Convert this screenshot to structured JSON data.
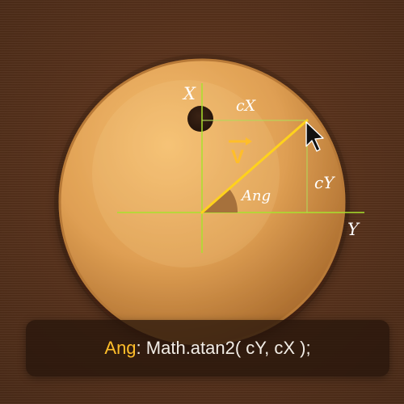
{
  "diagram": {
    "axis_x_label": "X",
    "axis_y_label": "Y",
    "cx_label": "cX",
    "cy_label": "cY",
    "angle_label": "Ang",
    "vector_label": "V"
  },
  "formula": {
    "variable": "Ang",
    "separator": ": ",
    "expression": "Math.atan2( cY, cX );"
  },
  "colors": {
    "background": "#56311b",
    "knob": "#d89a4f",
    "axis_line": "#a8e22c",
    "vector_line": "#ffd21c",
    "formula_variable": "#ffbe2a",
    "formula_text": "#f2ede6",
    "annotation_text": "#ffffff"
  }
}
